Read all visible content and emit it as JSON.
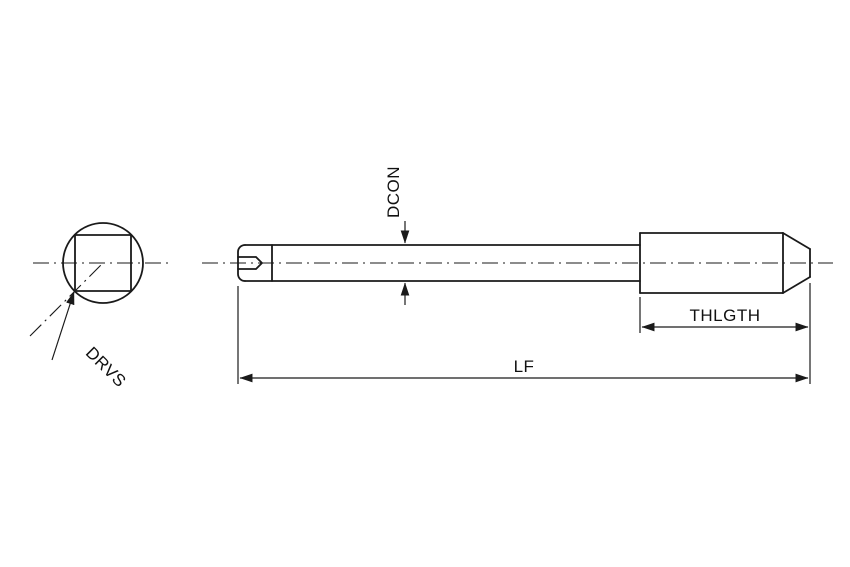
{
  "drawing": {
    "type": "technical-drawing-tap-tool",
    "labels": {
      "shank_diameter": "DCON",
      "thread_length": "THLGTH",
      "overall_length": "LF",
      "drive_square": "DRVS"
    },
    "colors": {
      "line": "#1a1a1a",
      "text": "#111111",
      "background": "#ffffff"
    }
  }
}
